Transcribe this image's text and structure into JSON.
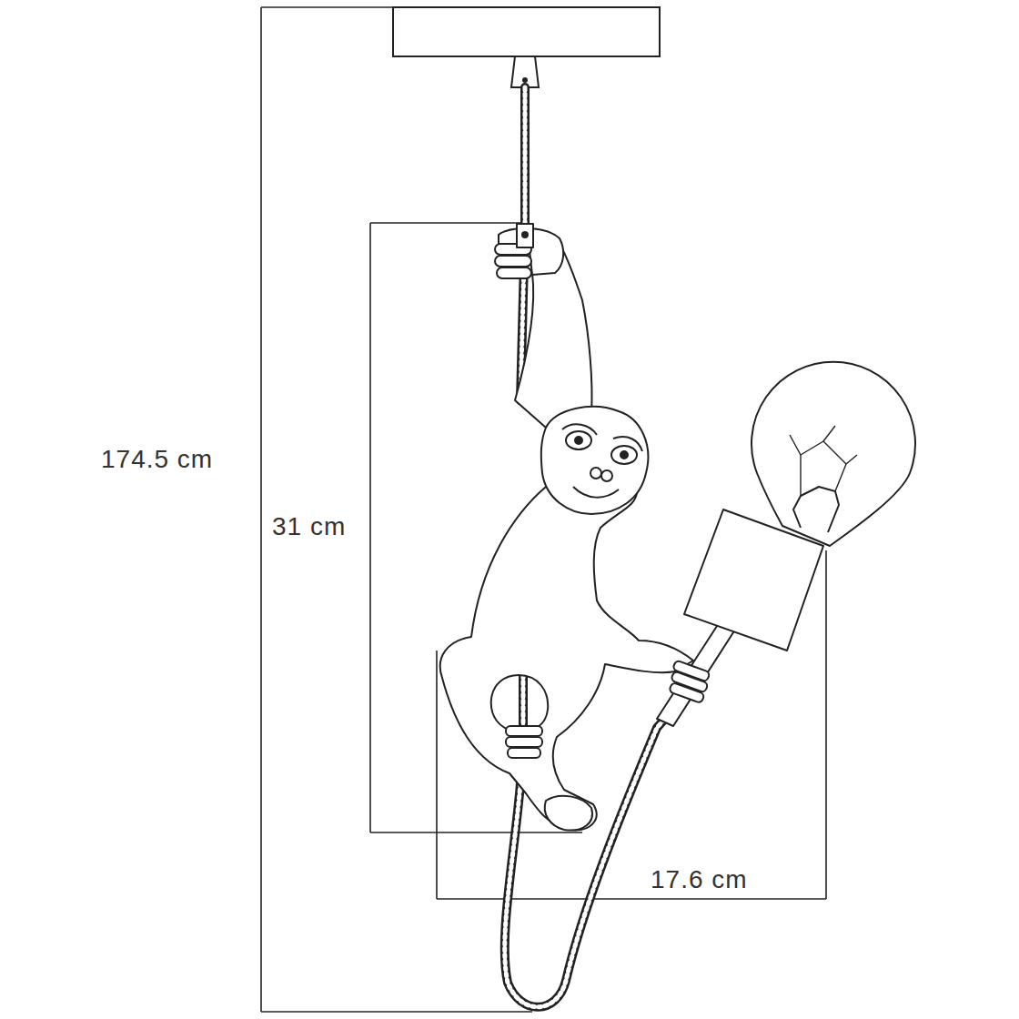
{
  "diagram": {
    "labels": [
      "174.5 cm",
      "31 cm",
      "17.6 cm"
    ]
  }
}
